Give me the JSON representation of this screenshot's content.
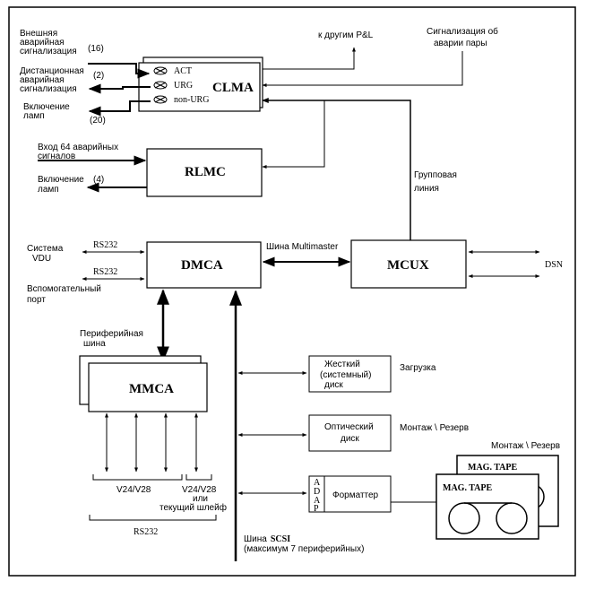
{
  "ext_alarm": [
    "Внешняя",
    "аварийная",
    "сигнализация"
  ],
  "ext_alarm_count": "(16)",
  "remote_alarm": [
    "Дистанционная",
    "аварийная",
    "сигнализация"
  ],
  "remote_alarm_count": "(2)",
  "lamps_clma": [
    "Включение",
    "ламп"
  ],
  "lamps_clma_count": "(20)",
  "clma": {
    "name": "CLMA",
    "act": "ACT",
    "urg": "URG",
    "nonurg": "non-URG"
  },
  "to_other_pl": "к другим P&L",
  "pair_alarm": [
    "Сигнализация об",
    "аварии пары"
  ],
  "alarm_inputs": [
    "Вход 64 аварийных",
    "сигналов"
  ],
  "lamps_rlmc": [
    "Включение",
    "ламп"
  ],
  "lamps_rlmc_count": "(4)",
  "rlmc": "RLMC",
  "group_line": [
    "Групповая",
    "линия"
  ],
  "vdu": [
    "Система",
    "VDU"
  ],
  "rs232_vdu": "RS232",
  "rs232_aux": "RS232",
  "aux_port": [
    "Вспомогательный",
    "порт"
  ],
  "dmca": "DMCA",
  "multimaster": "Шина  Multimaster",
  "mcux": "MCUX",
  "dsn": "DSN",
  "peripheral_bus": [
    "Периферийная",
    "шина"
  ],
  "mmca": "MMCA",
  "hdd": [
    "Жесткий",
    "(системный)",
    "диск"
  ],
  "load": "Загрузка",
  "optical": [
    "Оптический",
    "диск"
  ],
  "mount_reserve_1": "Монтаж \\ Резерв",
  "adap": [
    "A",
    "D",
    "A",
    "P"
  ],
  "formatter": "Форматтер",
  "mount_reserve_2": "Монтаж \\ Резерв",
  "mag_tape_1": "MAG. TAPE",
  "mag_tape_2": "MAG. TAPE",
  "v24_1": "V24/V28",
  "v24_2": [
    "V24/V28",
    "или",
    "текущий шлейф"
  ],
  "rs232_bottom": "RS232",
  "scsi_bus": "Шина",
  "scsi_name": "SCSI",
  "scsi_note": "(максимум 7 периферийных)"
}
